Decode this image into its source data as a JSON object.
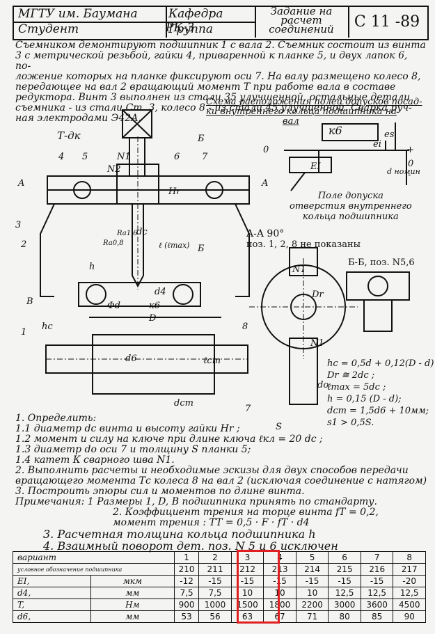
{
  "header": {
    "university": "МГТУ им. Баумана",
    "student_label": "Студент",
    "department": "Кафедра РК-3",
    "group_label": "Группа",
    "task_title_1": "Задание на",
    "task_title_2": "расчет",
    "task_title_3": "соединений",
    "task_code": "С 11 -89"
  },
  "description": [
    "Съемником демонтируют подшипник 1 с вала 2. Съемник состоит из винта",
    "3 с метрической резьбой, гайки 4, приваренной к планке 5, и двух лапок 6, по-",
    "ложение которых на планке фиксируют оси 7. На валу размещено колесо 8,",
    "передающее на вал 2 вращающий момент T при работе вала в составе",
    "редуктора. Винт 3 выполнен из стали 35 улучшенной, остальные детали",
    "съемника - из стали Ст. 3, колесо 8 - из стали 45 улучшенной. Сварка руч-",
    "ная электродами Э42А."
  ],
  "scheme": {
    "title_1": "Схема расположения полей допусков посад-",
    "title_2": "ки внутреннего кольца подшипника на",
    "title_3": "вал",
    "k6": "к6",
    "ei": "ei",
    "es": "es",
    "zero": "0",
    "plus": "+",
    "minus": "-",
    "EI": "EI",
    "d_nom": "d номин",
    "field_1": "Поле допуска",
    "field_2": "отверстия внутреннего",
    "field_3": "кольца подшипника"
  },
  "drawing_labels": {
    "t_dk": "Т-дк",
    "n1": "N1",
    "n2": "N2",
    "aa": "A-A",
    "angle": "90°",
    "pos_note": "поз. 1, 2, 8 не показаны",
    "bb": "Б-Б, поз. N5,6",
    "b": "Б",
    "a": "A",
    "dc": "dc",
    "hr": "Hr",
    "lmax": "ℓ (ℓmax)",
    "phid": "Φd",
    "k6": "к6",
    "d4": "d4",
    "D": "D",
    "hc": "hc",
    "d6": "d6",
    "lcm": "ℓcm",
    "dcm": "dcm",
    "Dr": "Dr",
    "do": "do",
    "s": "S",
    "ra08": "Ra0,8",
    "ra16": "Ra1,6",
    "B": "B",
    "h": "h",
    "nums": [
      "1",
      "2",
      "3",
      "4",
      "5",
      "6",
      "7",
      "8",
      "7"
    ]
  },
  "formulas": [
    "hc = 0,5d + 0,12(D - d)",
    "Dr ≅ 2dc ;",
    "ℓmax = 5dc ;",
    "h = 0,15 (D - d);",
    "dcm = 1,5d6 + 10мм;",
    "s1 > 0,5S."
  ],
  "notes": [
    "1. Определить:",
    "1.1 диаметр dc винта и высоту гайки Hr ;",
    "1.2 момент и силу на ключе при длине ключа ℓкл = 20 dc ;",
    "1.3 диаметр do оси 7 и толщину S планки 5;",
    "1.4 катет К сварного шва N1.",
    "2. Выполнить расчеты и необходимые эскизы для двух способов передачи",
    "вращающего момента Тс колеса 8 на вал 2 (исключая соединение с натягом)",
    "3. Построить эпюры сил и моментов по длине винта.",
    "Примечания: 1 Размеры 1, D, B подшипника принять по стандарту.",
    "2. Коэффициент трения на торце винта fT = 0,2,",
    "момент трения : TT = 0,5 · F · fT · d4",
    "3. Расчетная толщина кольца подшипника h",
    "4. Взаимный поворот дет. поз. N 5 и 6 исключен"
  ],
  "variants_table": {
    "header_label": "вариант",
    "columns": [
      "1",
      "2",
      "3",
      "4",
      "5",
      "6",
      "7",
      "8"
    ],
    "rows": [
      {
        "label": "условное обозначение подшипника",
        "unit": "",
        "values": [
          "210",
          "211",
          "212",
          "213",
          "214",
          "215",
          "216",
          "217"
        ]
      },
      {
        "label": "EI,",
        "unit": "мкм",
        "values": [
          "-12",
          "-15",
          "-15",
          "-15",
          "-15",
          "-15",
          "-15",
          "-20"
        ]
      },
      {
        "label": "d4,",
        "unit": "мм",
        "values": [
          "7,5",
          "7,5",
          "10",
          "10",
          "10",
          "12,5",
          "12,5",
          "12,5"
        ]
      },
      {
        "label": "T,",
        "unit": "Нм",
        "values": [
          "900",
          "1000",
          "1500",
          "1800",
          "2200",
          "3000",
          "3600",
          "4500"
        ]
      },
      {
        "label": "d6,",
        "unit": "мм",
        "values": [
          "53",
          "56",
          "63",
          "67",
          "71",
          "80",
          "85",
          "90"
        ]
      }
    ],
    "highlighted_column": "4"
  },
  "colors": {
    "ink": "#111111",
    "paper": "#f4f4f2",
    "highlight": "#e02020"
  }
}
